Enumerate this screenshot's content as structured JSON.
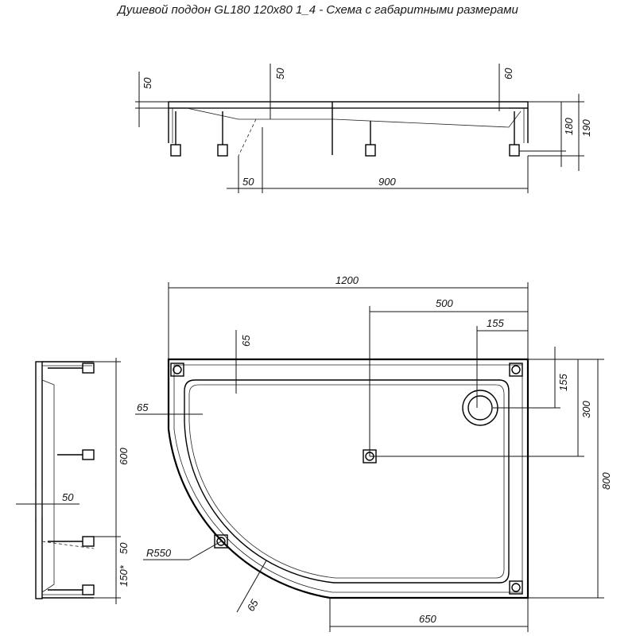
{
  "title": "Душевой поддон GL180 120x80 1_4 - Схема с габаритными размерами",
  "dims": {
    "top_left_50": "50",
    "top_mid_50": "50",
    "top_right_60": "60",
    "h_180": "180",
    "h_190": "190",
    "bottom_50": "50",
    "width_900": "900",
    "width_1200": "1200",
    "d_500": "500",
    "d_155_top": "155",
    "d_65_top": "65",
    "d_155_right": "155",
    "d_300": "300",
    "d_800": "800",
    "d_65_left": "65",
    "r_550": "R550",
    "d_65_diag": "65",
    "d_650": "650",
    "side_600": "600",
    "side_50_a": "50",
    "side_50_b": "50",
    "side_150": "150*"
  }
}
